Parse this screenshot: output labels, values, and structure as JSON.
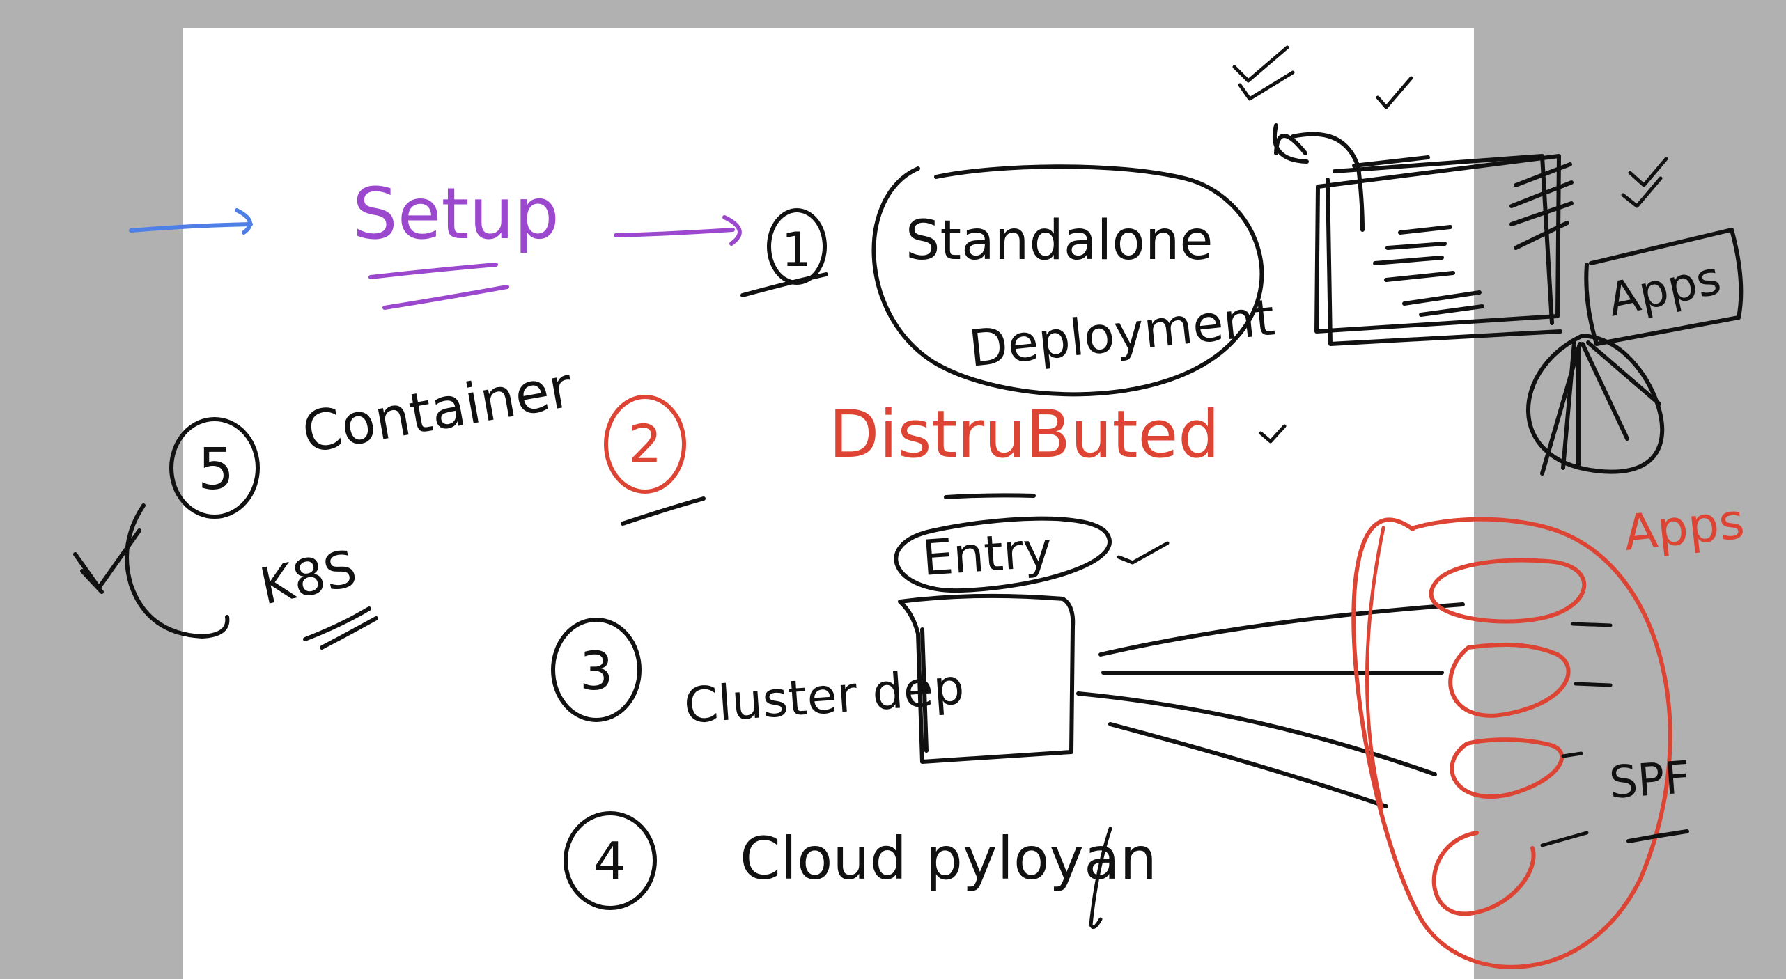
{
  "colors": {
    "background": "#b1b1b1",
    "page": "#ffffff",
    "ink": "#111111",
    "purple": "#9b48cf",
    "blue": "#4d7fe6",
    "red": "#dd4433"
  },
  "labels": {
    "setup": "Setup",
    "n1": "1",
    "standalone": "Standalone",
    "deployment": "Deployment",
    "n2": "2",
    "distributed": "DistruButed",
    "n3": "3",
    "cluster": "Cluster dep",
    "entry": "Entry",
    "n4": "4",
    "cloud": "Cloud pyloyan",
    "n5": "5",
    "container": "Container",
    "k8s": "K8S",
    "apps_top": "Apps",
    "apps_right": "Apps",
    "spf": "SPF"
  },
  "icons": [
    "checkmark-icon",
    "arrow-icon",
    "server-window-icon",
    "globe-icon"
  ]
}
